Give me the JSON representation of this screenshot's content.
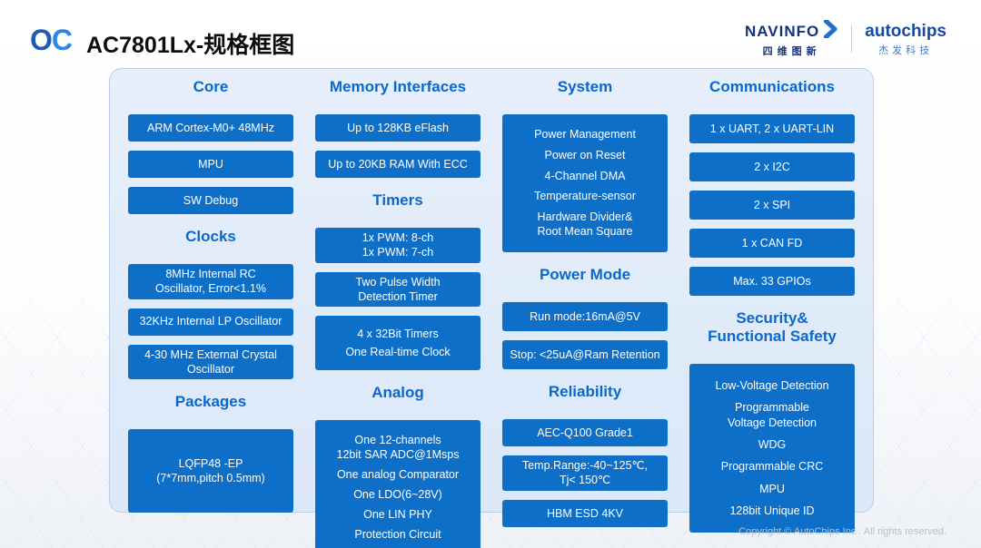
{
  "header": {
    "logo_o": "O",
    "logo_c": "C",
    "title": "AC7801Lx-规格框图",
    "navinfo": {
      "name": "NAVINFO",
      "cn": "四维图新"
    },
    "autochips": {
      "name": "autochips",
      "cn": "杰发科技"
    }
  },
  "colors": {
    "box_blue": "#0e6fc8",
    "heading_blue": "#0a68cc",
    "panel_fill": "#dfeaf9",
    "panel_border": "#b5d0ef",
    "navinfo_navy": "#16317d",
    "autochips_blue": "#164a9e"
  },
  "columns": [
    {
      "sections": [
        {
          "heading": "Core",
          "boxes": [
            {
              "lines": [
                "ARM Cortex-M0+ 48MHz"
              ]
            },
            {
              "lines": [
                "MPU"
              ]
            },
            {
              "lines": [
                "SW Debug"
              ]
            }
          ]
        },
        {
          "heading": "Clocks",
          "boxes": [
            {
              "lines": [
                "8MHz Internal RC",
                "Oscillator, Error<1.1%"
              ]
            },
            {
              "lines": [
                "32KHz Internal LP Oscillator"
              ]
            },
            {
              "lines": [
                "4-30 MHz External Crystal",
                "Oscillator"
              ]
            }
          ]
        },
        {
          "heading": "Packages",
          "boxes": [
            {
              "lines": [
                "LQFP48 -EP",
                "(7*7mm,pitch 0.5mm)"
              ],
              "h": 92
            }
          ]
        }
      ]
    },
    {
      "sections": [
        {
          "heading": "Memory Interfaces",
          "boxes": [
            {
              "lines": [
                "Up to 128KB eFlash"
              ]
            },
            {
              "lines": [
                "Up to 20KB RAM With ECC"
              ]
            }
          ]
        },
        {
          "heading": "Timers",
          "boxes": [
            {
              "lines": [
                "1x PWM: 8-ch",
                "1x PWM: 7-ch"
              ]
            },
            {
              "lines": [
                "Two Pulse Width",
                "Detection Timer"
              ]
            },
            {
              "lines": [
                "4 x 32Bit Timers",
                "One Real-time Clock"
              ],
              "h": 60,
              "spaced": true
            }
          ]
        },
        {
          "heading": "Analog",
          "boxes": [
            {
              "lines": [
                "One 12-channels\n12bit SAR ADC@1Msps",
                "One analog Comparator",
                "One LDO(6~28V)",
                "One LIN PHY",
                "Protection Circuit"
              ],
              "h": 148,
              "spaced": true
            }
          ]
        }
      ]
    },
    {
      "sections": [
        {
          "heading": "System",
          "boxes": [
            {
              "lines": [
                "Power Management",
                "Power on Reset",
                "4-Channel DMA",
                "Temperature-sensor",
                "Hardware Divider&\nRoot Mean Square"
              ],
              "h": 152,
              "spaced": true
            }
          ]
        },
        {
          "heading": "Power Mode",
          "boxes": [
            {
              "lines": [
                "Run mode:16mA@5V"
              ],
              "h": 32
            },
            {
              "lines": [
                "Stop: <25uA@Ram Retention"
              ],
              "h": 32
            }
          ]
        },
        {
          "heading": "Reliability",
          "boxes": [
            {
              "lines": [
                "AEC-Q100 Grade1"
              ]
            },
            {
              "lines": [
                "Temp.Range:-40~125℃,",
                "Tj< 150℃"
              ]
            },
            {
              "lines": [
                "HBM ESD  4KV"
              ]
            }
          ]
        }
      ]
    },
    {
      "sections": [
        {
          "heading": "Communications",
          "boxes": [
            {
              "lines": [
                "1 x UART,  2 x UART-LIN"
              ],
              "h": 32
            },
            {
              "lines": [
                "2 x I2C"
              ],
              "h": 32
            },
            {
              "lines": [
                "2 x SPI"
              ],
              "h": 32
            },
            {
              "lines": [
                "1 x CAN FD"
              ],
              "h": 32
            },
            {
              "lines": [
                "Max. 33 GPIOs"
              ],
              "h": 32
            }
          ]
        },
        {
          "heading": "Security&\nFunctional Safety",
          "boxes": [
            {
              "lines": [
                "Low-Voltage Detection",
                "Programmable\nVoltage Detection",
                "WDG",
                "Programmable CRC",
                "MPU",
                "128bit Unique ID"
              ],
              "h": 186,
              "spaced": true
            }
          ]
        }
      ]
    }
  ],
  "footer": {
    "copyright": "Copyright © AutoChips Inc . All rights reserved."
  }
}
